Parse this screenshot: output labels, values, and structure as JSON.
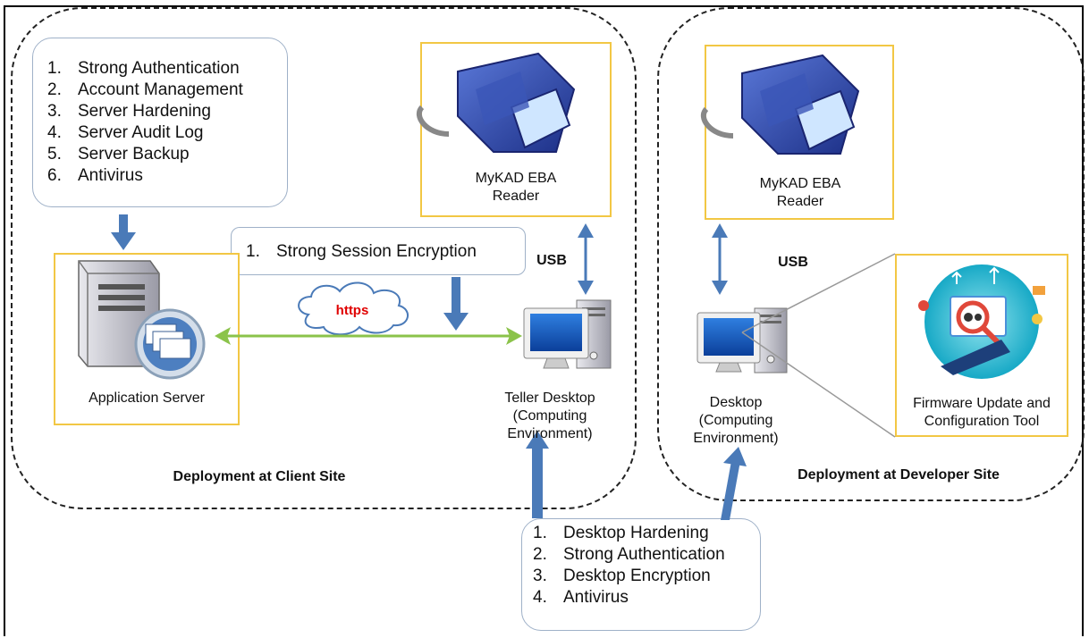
{
  "client_zone": {
    "title": "Deployment at Client Site"
  },
  "developer_zone": {
    "title": "Deployment at Developer Site"
  },
  "server_controls": [
    {
      "num": "1.",
      "text": "Strong Authentication"
    },
    {
      "num": "2.",
      "text": "Account Management"
    },
    {
      "num": "3.",
      "text": "Server Hardening"
    },
    {
      "num": "4.",
      "text": "Server Audit Log"
    },
    {
      "num": "5.",
      "text": "Server Backup"
    },
    {
      "num": "6.",
      "text": "Antivirus"
    }
  ],
  "session_controls": [
    {
      "num": "1.",
      "text": "Strong Session Encryption"
    }
  ],
  "desktop_controls": [
    {
      "num": "1.",
      "text": "Desktop Hardening"
    },
    {
      "num": "2.",
      "text": "Strong Authentication"
    },
    {
      "num": "3.",
      "text": "Desktop Encryption"
    },
    {
      "num": "4.",
      "text": "Antivirus"
    }
  ],
  "nodes": {
    "app_server": "Application Server",
    "reader_client": "MyKAD EBA Reader",
    "reader_dev": "MyKAD EBA Reader",
    "teller_desktop": "Teller Desktop (Computing Environment)",
    "dev_desktop": "Desktop (Computing Environment)",
    "firmware_tool": "Firmware Update and Configuration Tool"
  },
  "links": {
    "https": "https",
    "usb_client": "USB",
    "usb_dev": "USB"
  },
  "colors": {
    "arrow_blue": "#4a7ab8",
    "link_green": "#8bc34a",
    "box_yellow": "#f2c744",
    "https_red": "#e00000"
  }
}
